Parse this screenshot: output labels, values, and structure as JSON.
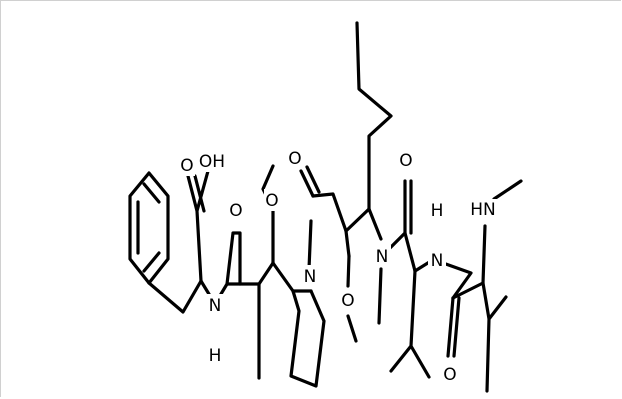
{
  "atoms": {
    "carboxyl_o": "O",
    "hydroxyl": "OH",
    "amide1_o": "O",
    "methoxy1_o": "O",
    "nh1_n": "N",
    "nh1_h": "H",
    "pyrrolidine_n": "N",
    "ketone_o": "O",
    "methoxy2_o": "O",
    "nme_n": "N",
    "amide2_o": "O",
    "nh2_h": "H",
    "nh2_n": "N",
    "hn_label": "HN",
    "amide3_o": "O"
  }
}
